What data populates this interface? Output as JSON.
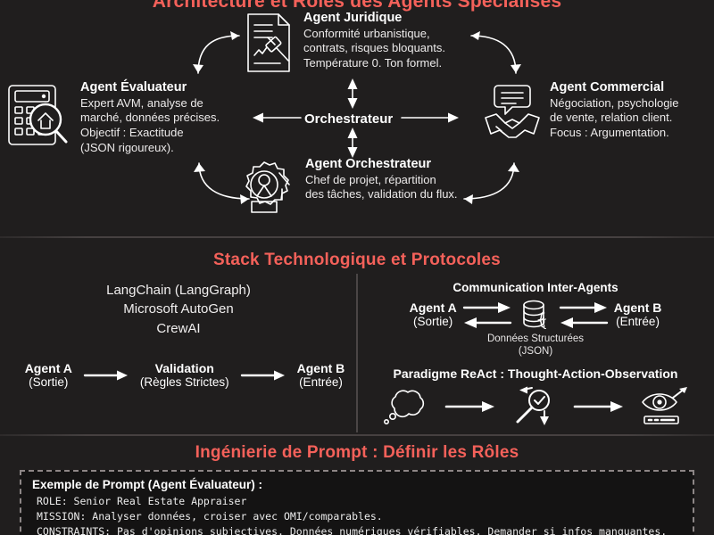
{
  "colors": {
    "accent": "#f4615a",
    "background": "#201e1e",
    "text": "#f2f0f0",
    "divider": "#4a4545"
  },
  "sections": {
    "architecture": {
      "title": "Architecture et Rôles des Agents Spécialisés",
      "hub_label": "Orchestrateur",
      "agents": [
        {
          "id": "juridique",
          "icon": "document-gavel-icon",
          "name": "Agent Juridique",
          "desc_lines": [
            "Conformité urbanistique,",
            "contrats, risques bloquants.",
            "Température 0. Ton formel."
          ]
        },
        {
          "id": "evaluateur",
          "icon": "calculator-magnifier-house-icon",
          "name": "Agent Évaluateur",
          "desc_lines": [
            "Expert AVM, analyse de",
            "marché, données précises.",
            "Objectif : Exactitude",
            "(JSON rigoureux)."
          ]
        },
        {
          "id": "commercial",
          "icon": "handshake-chat-icon",
          "name": "Agent Commercial",
          "desc_lines": [
            "Négociation, psychologie",
            "de vente, relation client.",
            "Focus : Argumentation."
          ]
        },
        {
          "id": "orchestrateur",
          "icon": "gear-person-icon",
          "name": "Agent Orchestrateur",
          "desc_lines": [
            "Chef de projet, répartition",
            "des tâches, validation du flux."
          ]
        }
      ]
    },
    "stack": {
      "title": "Stack Technologique et Protocoles",
      "tools": [
        "LangChain (LangGraph)",
        "Microsoft AutoGen",
        "CrewAI"
      ],
      "flow": {
        "nodes": [
          {
            "title": "Agent A",
            "sub": "(Sortie)"
          },
          {
            "title": "Validation",
            "sub": "(Règles Strictes)"
          },
          {
            "title": "Agent B",
            "sub": "(Entrée)"
          }
        ]
      },
      "communication": {
        "title": "Communication Inter-Agents",
        "left": {
          "title": "Agent A",
          "sub": "(Sortie)"
        },
        "right": {
          "title": "Agent B",
          "sub": "(Entrée)"
        },
        "center_icon": "database-json-icon",
        "caption_line1": "Données Structurées",
        "caption_line2": "(JSON)"
      },
      "react": {
        "title": "Paradigme ReAct : Thought-Action-Observation",
        "steps": [
          "thought-cloud-icon",
          "action-magnifier-check-icon",
          "observation-eye-icon"
        ]
      }
    },
    "prompt": {
      "title": "Ingénierie de Prompt : Définir les Rôles",
      "box_heading": "Exemple de Prompt (Agent Évaluateur) :",
      "lines": [
        "ROLE: Senior Real Estate Appraiser",
        "MISSION: Analyser données, croiser avec OMI/comparables.",
        "CONSTRAINTS: Pas d'opinions subjectives. Données numériques vérifiables. Demander si infos manquantes."
      ]
    }
  }
}
